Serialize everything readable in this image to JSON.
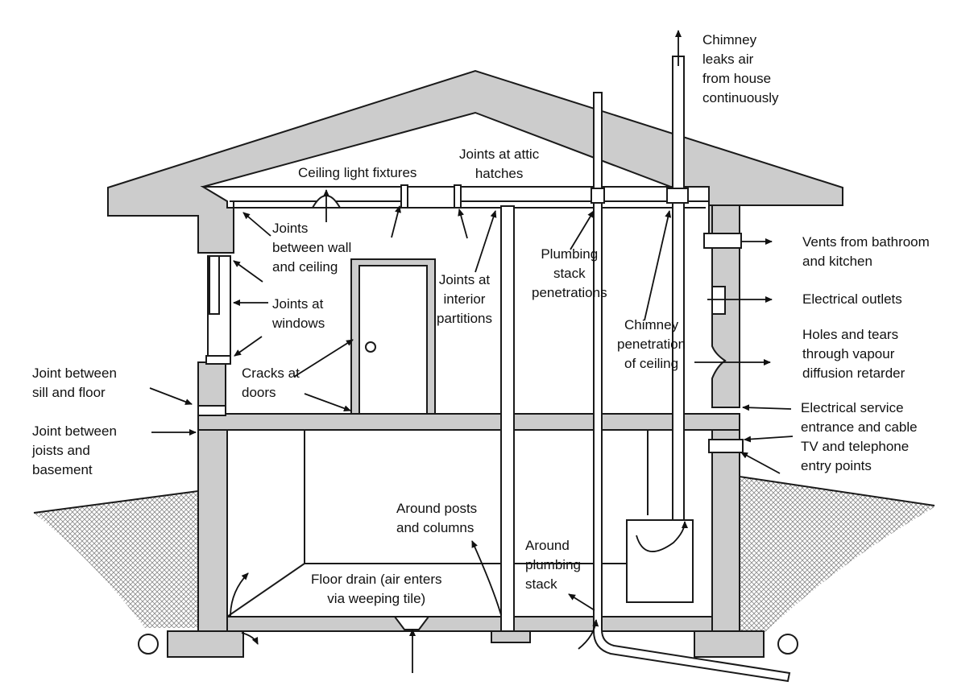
{
  "labels": {
    "chimney_leaks": [
      "Chimney",
      "leaks air",
      "from house",
      "continuously"
    ],
    "ceiling_light": [
      "Ceiling light fixtures"
    ],
    "attic_hatches": [
      "Joints at attic",
      "hatches"
    ],
    "wall_ceiling": [
      "Joints",
      "between wall",
      "and ceiling"
    ],
    "windows": [
      "Joints at",
      "windows"
    ],
    "interior_partitions": [
      "Joints at",
      "interior",
      "partitions"
    ],
    "plumbing_stack_pen": [
      "Plumbing",
      "stack",
      "penetrations"
    ],
    "chimney_pen": [
      "Chimney",
      "penetration",
      "of ceiling"
    ],
    "vents": [
      "Vents from bathroom",
      "and kitchen"
    ],
    "outlets": [
      "Electrical outlets"
    ],
    "holes_tears": [
      "Holes and tears",
      "through vapour",
      "diffusion retarder"
    ],
    "electrical_service": [
      "Electrical service",
      "entrance and cable",
      "TV and telephone",
      "entry points"
    ],
    "sill_floor": [
      "Joint between",
      "sill and floor"
    ],
    "joists_basement": [
      "Joint between",
      "joists and",
      "basement"
    ],
    "doors": [
      "Cracks at",
      "doors"
    ],
    "posts_columns": [
      "Around posts",
      "and columns"
    ],
    "plumbing_stack": [
      "Around",
      "plumbing",
      "stack"
    ],
    "floor_drain": [
      "Floor drain (air enters",
      "via weeping tile)"
    ]
  }
}
